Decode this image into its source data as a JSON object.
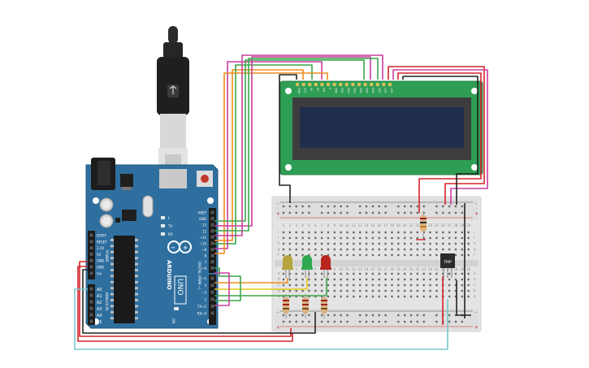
{
  "canvas": {
    "background": "#ffffff"
  },
  "arduino": {
    "board_color": "#2f6f9f",
    "logo_text": "ARDUINO",
    "model_text": "UNO",
    "power_header_title": "POWER",
    "analog_header_title": "ANALOG IN",
    "digital_header_title": "DIGITAL (PWM ~)",
    "power_pins": [
      "IOREF",
      "RESET",
      "3.3V",
      "5V",
      "GND",
      "GND",
      "Vin"
    ],
    "analog_pins": [
      "A0",
      "A1",
      "A2",
      "A3",
      "A4",
      "A5"
    ],
    "digital_pins": [
      "AREF",
      "GND",
      "13",
      "12",
      "~11",
      "~10",
      "~9",
      "8",
      "7",
      "~6",
      "~5",
      "4",
      "~3",
      "2",
      "TX→1",
      "RX←0"
    ],
    "led_labels": [
      "L",
      "TX",
      "RX"
    ],
    "on_label": "ON"
  },
  "lcd": {
    "board_color": "#2e9e55",
    "screen_color": "#1f2e4c",
    "pins": [
      "GND",
      "VCC",
      "V0",
      "RS",
      "RW",
      "E",
      "DB0",
      "DB1",
      "DB2",
      "DB3",
      "DB4",
      "DB5",
      "DB6",
      "DB7",
      "LED",
      "LED"
    ]
  },
  "breadboard": {
    "rail_plus": "+",
    "rail_minus": "-",
    "row_letters_top": [
      "j",
      "i",
      "h",
      "g",
      "f"
    ],
    "row_letters_bottom": [
      "e",
      "d",
      "c",
      "b",
      "a"
    ],
    "column_numbers": [
      "1",
      "2",
      "3",
      "4",
      "5",
      "6",
      "7",
      "8",
      "9",
      "10",
      "11",
      "12",
      "13",
      "14",
      "15",
      "16",
      "17",
      "18",
      "19",
      "20",
      "21",
      "22",
      "23",
      "24",
      "25",
      "26",
      "27",
      "28",
      "29",
      "30"
    ]
  },
  "components": {
    "leds": [
      {
        "name": "yellow-led",
        "color": "#b5a43c"
      },
      {
        "name": "green-led",
        "color": "#2fa84f"
      },
      {
        "name": "red-led",
        "color": "#b8261f"
      }
    ],
    "sensor_label": "TMP"
  },
  "wire_colors": {
    "red": "#d4232a",
    "black": "#222222",
    "orange": "#f08c1a",
    "green": "#3aa64a",
    "magenta": "#c83ea0",
    "yellow": "#e8c81c",
    "cyan": "#7cc7cf"
  }
}
